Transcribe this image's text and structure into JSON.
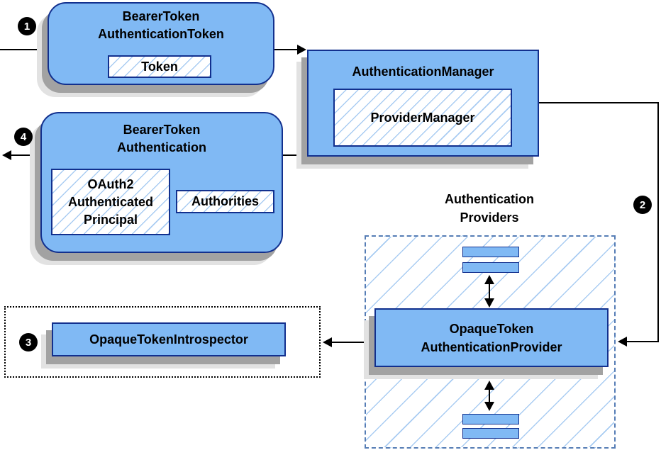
{
  "diagram": {
    "nodes": {
      "bearerTokenAuthenticationToken": {
        "title_line1": "BearerToken",
        "title_line2": "AuthenticationToken",
        "inner": "Token"
      },
      "authenticationManager": {
        "title": "AuthenticationManager",
        "inner": "ProviderManager"
      },
      "bearerTokenAuthentication": {
        "title_line1": "BearerToken",
        "title_line2": "Authentication",
        "principal_line1": "OAuth2",
        "principal_line2": "Authenticated",
        "principal_line3": "Principal",
        "authorities": "Authorities"
      },
      "authenticationProviders": {
        "label_line1": "Authentication",
        "label_line2": "Providers"
      },
      "opaqueTokenAuthenticationProvider": {
        "title_line1": "OpaqueToken",
        "title_line2": "AuthenticationProvider"
      },
      "opaqueTokenIntrospector": {
        "title": "OpaqueTokenIntrospector"
      }
    },
    "steps": {
      "s1": "1",
      "s2": "2",
      "s3": "3",
      "s4": "4"
    },
    "colors": {
      "node_fill": "#80B9F4",
      "node_border": "#12308E",
      "hatch_line": "#A9CCF2",
      "dashed_border": "#567DB5",
      "shadow_dark": "#A2A2A2",
      "shadow_light": "#E2E2E2",
      "arrow": "#000000",
      "step_circle": "#000000",
      "step_digit": "#FFFFFF"
    }
  }
}
